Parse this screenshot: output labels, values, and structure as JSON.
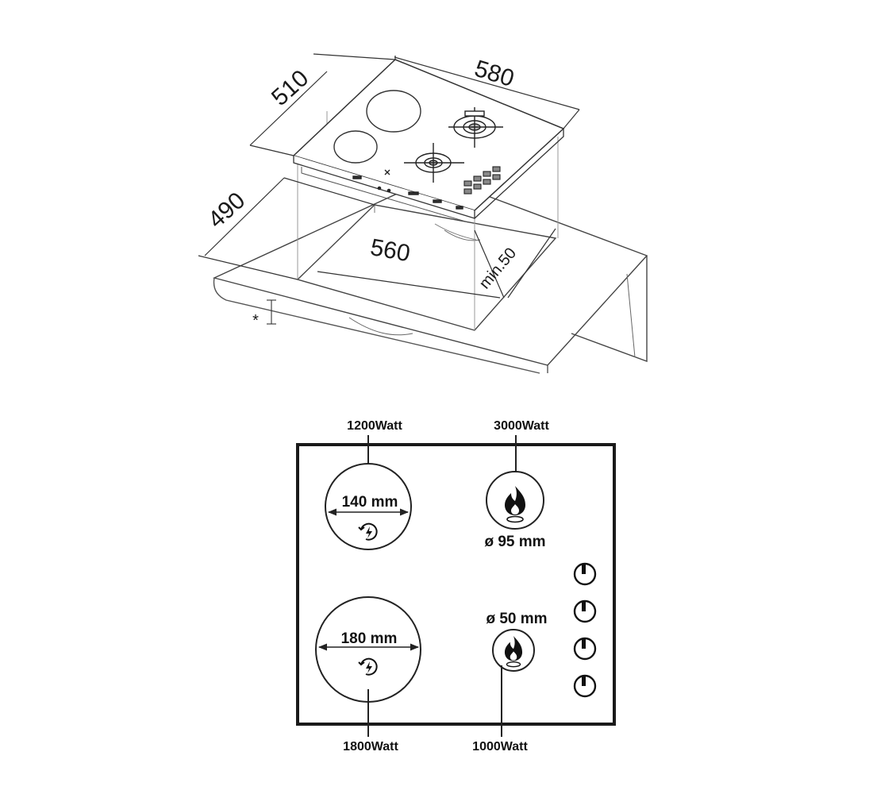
{
  "installation": {
    "width_label": "580",
    "depth_label": "510",
    "cutout_depth_label": "490",
    "cutout_width_label": "560",
    "clearance_label": "min.50",
    "note_mark": "*"
  },
  "zones": [
    {
      "id": "electric-small",
      "power": "1200Watt",
      "size": "140 mm"
    },
    {
      "id": "gas-large",
      "power": "3000Watt",
      "size": "ø 95 mm"
    },
    {
      "id": "electric-large",
      "power": "1800Watt",
      "size": "180 mm"
    },
    {
      "id": "gas-small",
      "power": "1000Watt",
      "size": "ø 50 mm"
    }
  ],
  "icons": {
    "electric": "electric-heat-icon",
    "gas": "gas-flame-icon",
    "knob": "control-knob-icon"
  },
  "colors": {
    "line": "#333333",
    "frame": "#1a1a1a",
    "flame": "#111111"
  }
}
